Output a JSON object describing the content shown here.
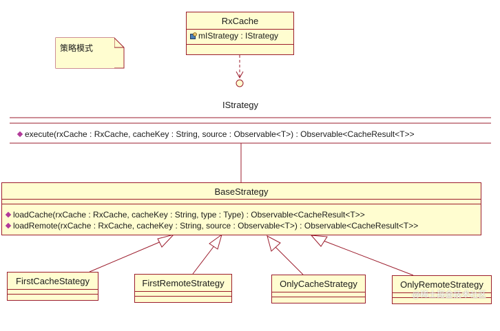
{
  "note": {
    "text": "策略模式"
  },
  "rxcache": {
    "name": "RxCache",
    "field": "mIStrategy : IStrategy"
  },
  "istrategy": {
    "name": "IStrategy",
    "method": "execute(rxCache : RxCache, cacheKey : String, source : Observable<T>) : Observable<CacheResult<T>>"
  },
  "base_strategy": {
    "name": "BaseStrategy",
    "methods": [
      "loadCache(rxCache : RxCache, cacheKey : String, type : Type) : Observable<CacheResult<T>>",
      "loadRemote(rxCache : RxCache, cacheKey : String, source : Observable<T>) : Observable<CacheResult<T>>"
    ]
  },
  "subclasses": [
    {
      "name": "FirstCacheStategy"
    },
    {
      "name": "FirstRemoteStrategy"
    },
    {
      "name": "OnlyCacheStrategy"
    },
    {
      "name": "OnlyRemoteStrategy"
    }
  ],
  "watermark": "@稀土掘金技术社区",
  "colors": {
    "class_fill": "#fffdd0",
    "border": "#9b1b2b",
    "method_icon": "#b23a9a"
  }
}
